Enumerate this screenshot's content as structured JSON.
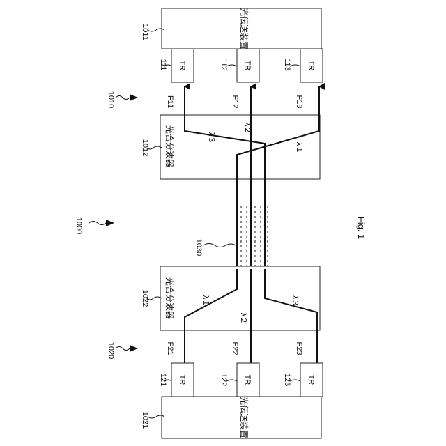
{
  "figure": {
    "caption": "Fig. 1",
    "system_ref": "1000",
    "fiber_bundle_ref": "1030",
    "top_node": {
      "ref": "1010",
      "device_ref": "1011",
      "device_name": "光伝送装置",
      "mux_ref": "1012",
      "mux_name": "光合分波器",
      "transceivers": [
        {
          "ref": "111",
          "label": "TR",
          "fiber": "F11"
        },
        {
          "ref": "112",
          "label": "TR",
          "fiber": "F12"
        },
        {
          "ref": "113",
          "label": "TR",
          "fiber": "F13"
        }
      ],
      "wavelengths": [
        "λ３",
        "λ２",
        "λ１"
      ]
    },
    "bottom_node": {
      "ref": "1020",
      "device_ref": "1021",
      "device_name": "光伝送装置",
      "mux_ref": "1022",
      "mux_name": "光合分波器",
      "transceivers": [
        {
          "ref": "121",
          "label": "TR",
          "fiber": "F21"
        },
        {
          "ref": "122",
          "label": "TR",
          "fiber": "F22"
        },
        {
          "ref": "123",
          "label": "TR",
          "fiber": "F23"
        }
      ],
      "wavelengths": [
        "λ１",
        "λ２",
        "λ３"
      ]
    }
  }
}
